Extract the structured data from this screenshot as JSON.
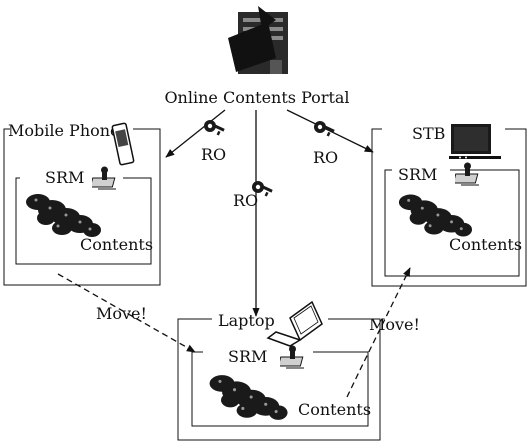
{
  "portal": {
    "label": "Online Contents Portal"
  },
  "ro_labels": [
    "RO",
    "RO",
    "RO"
  ],
  "mobile": {
    "label": "Mobile Phone",
    "srm": "SRM",
    "contents": "Contents"
  },
  "stb": {
    "label": "STB",
    "srm": "SRM",
    "contents": "Contents"
  },
  "laptop": {
    "label": "Laptop",
    "srm": "SRM",
    "contents": "Contents"
  },
  "moves": [
    "Move!",
    "Move!"
  ],
  "icons": {
    "portal": "server-stack-icon",
    "ro": "key-icon",
    "mobile": "pda-icon",
    "stb": "tv-icon",
    "laptop": "laptop-icon",
    "srm": "chip-device-icon",
    "contents": "content-blob-icon"
  }
}
